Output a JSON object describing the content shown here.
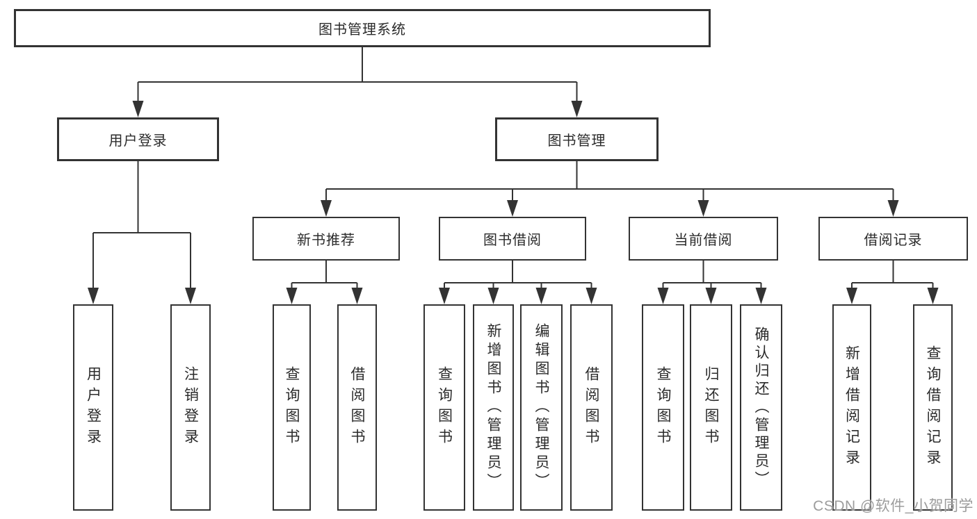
{
  "diagram_title": "图书管理系统",
  "colors": {
    "line": "#333333",
    "box_border": "#333333",
    "box_background": "#ffffff",
    "text": "#2b2b2b",
    "watermark": "#9c9c9c",
    "background": "#ffffff"
  },
  "tree": {
    "label": "图书管理系统",
    "children": [
      {
        "label": "用户登录",
        "children": [
          {
            "label": "用户登录"
          },
          {
            "label": "注销登录"
          }
        ]
      },
      {
        "label": "图书管理",
        "children": [
          {
            "label": "新书推荐",
            "children": [
              {
                "label": "查询图书"
              },
              {
                "label": "借阅图书"
              }
            ]
          },
          {
            "label": "图书借阅",
            "children": [
              {
                "label": "查询图书"
              },
              {
                "label": "新增图书（管理员）"
              },
              {
                "label": "编辑图书（管理员）"
              },
              {
                "label": "借阅图书"
              }
            ]
          },
          {
            "label": "当前借阅",
            "children": [
              {
                "label": "查询图书"
              },
              {
                "label": "归还图书"
              },
              {
                "label": "确认归还（管理员）"
              }
            ]
          },
          {
            "label": "借阅记录",
            "children": [
              {
                "label": "新增借阅记录"
              },
              {
                "label": "查询借阅记录"
              }
            ]
          }
        ]
      }
    ]
  },
  "watermark": {
    "text": "CSDN @软件_小贺同学"
  }
}
